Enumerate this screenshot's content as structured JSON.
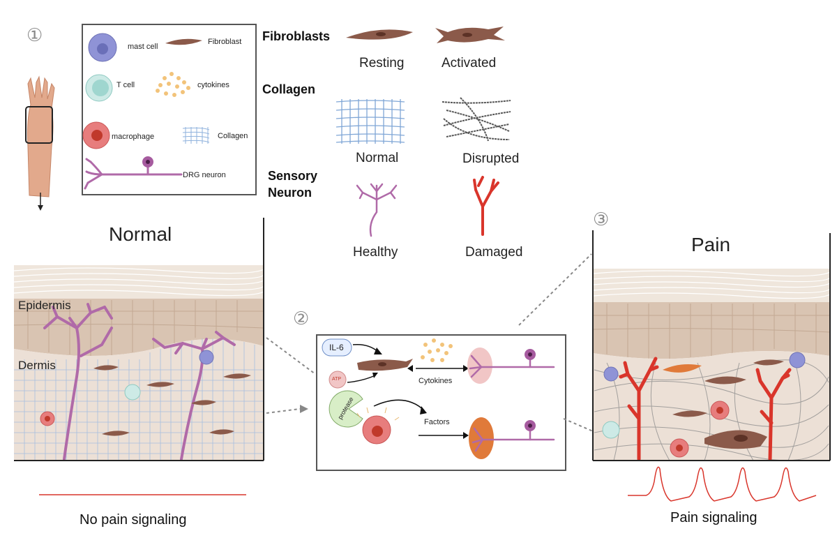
{
  "steps": [
    "①",
    "②",
    "③"
  ],
  "legend": {
    "mast_cell": "mast cell",
    "fibroblast": "Fibroblast",
    "t_cell": "T cell",
    "cytokines": "cytokines",
    "macrophage": "macrophage",
    "collagen": "Collagen",
    "drg_neuron": "DRG neuron"
  },
  "key": {
    "fibroblasts": {
      "title": "Fibroblasts",
      "a": "Resting",
      "b": "Activated"
    },
    "collagen": {
      "title": "Collagen",
      "a": "Normal",
      "b": "Disrupted"
    },
    "sensory": {
      "title_line1": "Sensory",
      "title_line2": "Neuron",
      "a": "Healthy",
      "b": "Damaged"
    }
  },
  "normal_panel": {
    "title": "Normal",
    "epidermis": "Epidermis",
    "dermis": "Dermis",
    "caption": "No pain signaling"
  },
  "mechanism": {
    "il6": "IL-6",
    "atp": "ATP",
    "protease": "protease",
    "cytokines": "Cytokines",
    "factors": "Factors"
  },
  "pain_panel": {
    "title": "Pain",
    "caption": "Pain signaling"
  },
  "colors": {
    "fibroblast": "#8b5a4a",
    "neuron_healthy": "#b06aa8",
    "neuron_damaged": "#d9352b",
    "collagen": "#7fa6d6",
    "skin": "#d9c4b2"
  }
}
